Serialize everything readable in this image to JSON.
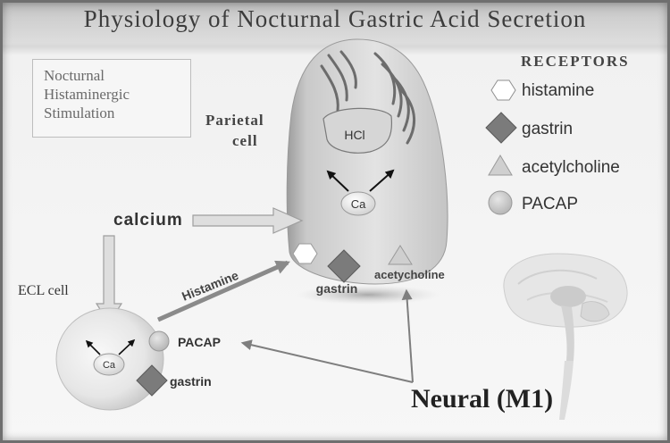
{
  "title": "Physiology of Nocturnal Gastric Acid Secretion",
  "stimulation_box": {
    "line1": "Nocturnal",
    "line2": "Histaminergic",
    "line3": "Stimulation"
  },
  "receptors": {
    "heading": "RECEPTORS",
    "items": [
      {
        "label": "histamine",
        "icon": "hexagon-icon"
      },
      {
        "label": "gastrin",
        "icon": "diamond-icon"
      },
      {
        "label": "acetylcholine",
        "icon": "triangle-icon"
      },
      {
        "label": "PACAP",
        "icon": "circle-icon"
      }
    ]
  },
  "parietal_cell": {
    "label_line1": "Parietal",
    "label_line2": "cell",
    "hcl": "HCl",
    "ca": "Ca",
    "gastrin_label": "gastrin",
    "acetylcholine_label": "acetycholine"
  },
  "calcium_label": "calcium",
  "histamine_arrow_label": "Histamine",
  "ecl_cell": {
    "label": "ECL cell",
    "ca": "Ca",
    "pacap_label": "PACAP",
    "gastrin_label": "gastrin"
  },
  "neural_label": "Neural (M1)",
  "colors": {
    "gastrin_receptor": "#7b7b7b",
    "pacap_receptor": "#c9c9c9",
    "acetylcholine_receptor": "#cfcfcf",
    "arrow_gray": "#8c8c8c",
    "calcium_arrow": "#dedede"
  }
}
